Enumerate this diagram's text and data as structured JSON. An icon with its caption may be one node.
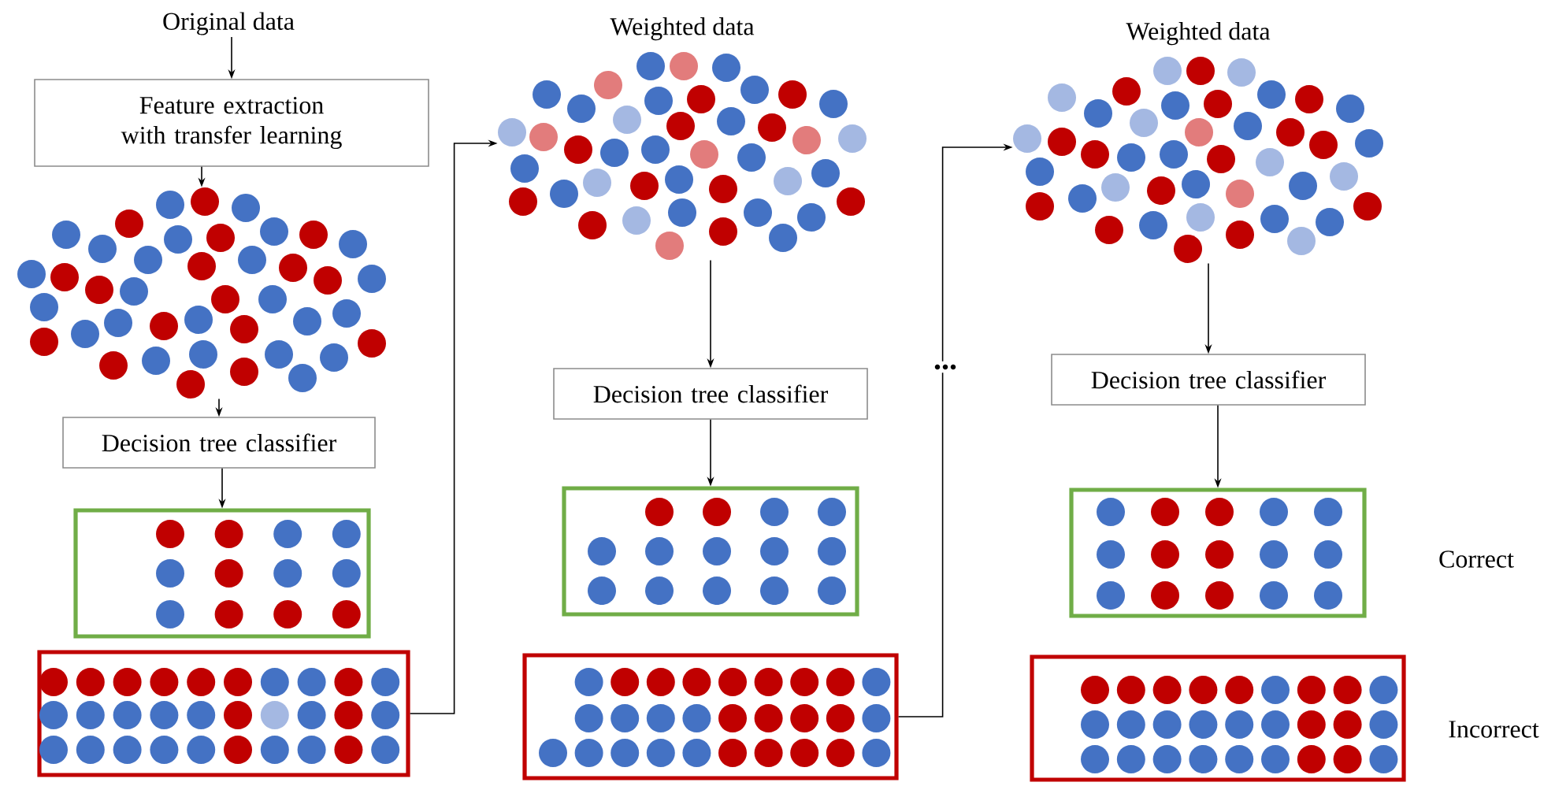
{
  "diagram": {
    "nodes": [
      {
        "text": [
          "Original data"
        ]
      },
      {
        "text": [
          "Feature extraction with transfer learning"
        ]
      },
      {
        "text": [],
        "shape": "cluster"
      },
      {
        "text": [
          "Decision tree classifier"
        ]
      },
      {
        "text": [],
        "shape": "box"
      },
      {
        "text": [],
        "shape": "box"
      },
      {
        "text": [],
        "shape": "cluster",
        "beside": [
          "Weighted data"
        ]
      },
      {
        "text": [
          "Decision tree classifier"
        ]
      },
      {
        "text": [],
        "shape": "box"
      },
      {
        "text": [],
        "shape": "box"
      },
      {
        "text": [],
        "shape": "cluster",
        "beside": [
          "Weighted data"
        ]
      },
      {
        "text": [
          "Decision tree classifier"
        ]
      },
      {
        "text": [],
        "shape": "box"
      },
      {
        "text": [],
        "shape": "box"
      }
    ],
    "edges": [
      {
        "from": 0,
        "to": 1,
        "arrow": "to"
      },
      {
        "from": 1,
        "to": 2,
        "arrow": "to"
      },
      {
        "from": 2,
        "to": 3,
        "arrow": "to"
      },
      {
        "from": 3,
        "to": 4,
        "arrow": "to"
      },
      {
        "from": 5,
        "to": 6,
        "arrow": "to"
      },
      {
        "from": 6,
        "to": 7,
        "arrow": "to"
      },
      {
        "from": 7,
        "to": 8,
        "arrow": "to"
      },
      {
        "from": 9,
        "to": 10,
        "arrow": "to",
        "label": "..."
      },
      {
        "from": 10,
        "to": 11,
        "arrow": "to"
      },
      {
        "from": 11,
        "to": 12,
        "arrow": "to"
      }
    ],
    "labels": [
      "Correct",
      "Incorrect"
    ]
  }
}
